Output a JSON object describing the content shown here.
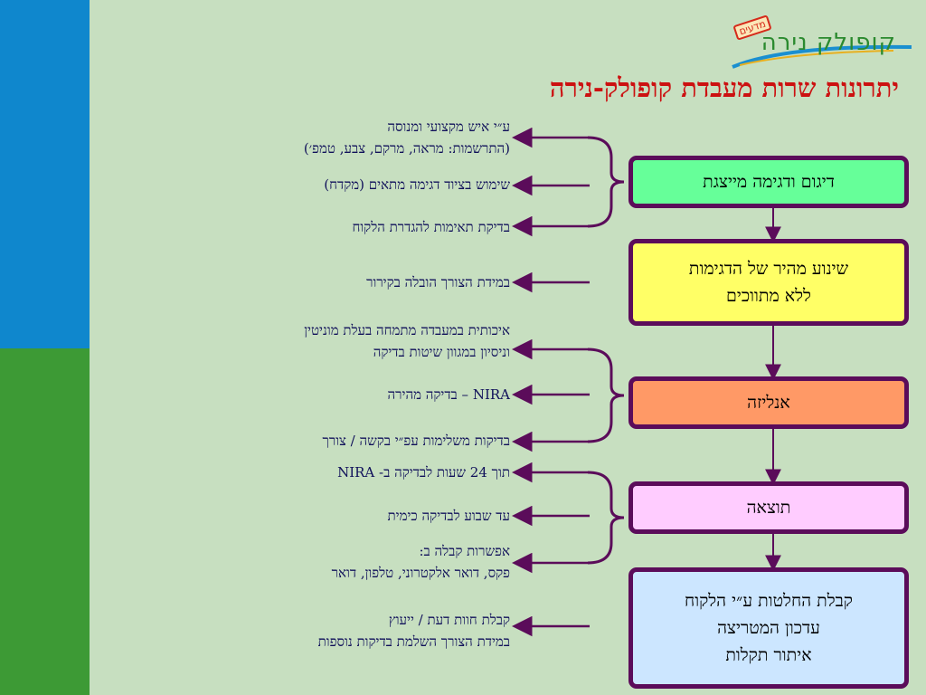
{
  "title": "יתרונות שרות מעבדת קופולק-נירה",
  "logo": {
    "name": "קופולק נירה",
    "badge": "מדעים"
  },
  "colors": {
    "title": "#cc1111",
    "border": "#5b0c5a",
    "arrow": "#5b0c5a",
    "text": "#10105a"
  },
  "flow_steps": [
    {
      "lines": [
        "דיגום ודגימה מייצגת"
      ],
      "color": "#66ff99"
    },
    {
      "lines": [
        "שינוע מהיר של הדגימות",
        "ללא מתווכים"
      ],
      "color": "#ffff66"
    },
    {
      "lines": [
        "אנליזה"
      ],
      "color": "#ff9966"
    },
    {
      "lines": [
        "תוצאה"
      ],
      "color": "#ffccff"
    },
    {
      "lines": [
        "קבלת החלטות ע״י הלקוח",
        "עדכון המטריצה",
        "איתור תקלות"
      ],
      "color": "#cce6ff"
    }
  ],
  "benefits": [
    {
      "lines": [
        "ע״י איש מקצועי ומנוסה",
        "(התרשמות: מראה, מרקם, צבע, טמפ׳)"
      ]
    },
    {
      "lines": [
        "שימוש בציוד דגימה מתאים (מקדח)"
      ]
    },
    {
      "lines": [
        "בדיקת תאימות להגדרת הלקוח"
      ]
    },
    {
      "lines": [
        "במידת הצורך הובלה בקירור"
      ]
    },
    {
      "lines": [
        "איכותית במעבדה מתמחה בעלת מוניטין",
        "וניסיון במגוון שיטות בדיקה"
      ]
    },
    {
      "lines": [
        "NIRA – בדיקה מהירה"
      ]
    },
    {
      "lines": [
        "בדיקות משלימות עפ״י בקשה / צורך"
      ]
    },
    {
      "lines": [
        "תוך 24 שעות לבדיקה ב- NIRA"
      ]
    },
    {
      "lines": [
        "עד שבוע לבדיקה כימית"
      ]
    },
    {
      "lines": [
        "אפשרות קבלה ב:",
        "פקס, דואר אלקטרוני, טלפון, דואר"
      ]
    },
    {
      "lines": [
        "קבלת חוות דעת / ייעוץ",
        "במידת הצורך השלמת בדיקות נוספות"
      ]
    }
  ]
}
